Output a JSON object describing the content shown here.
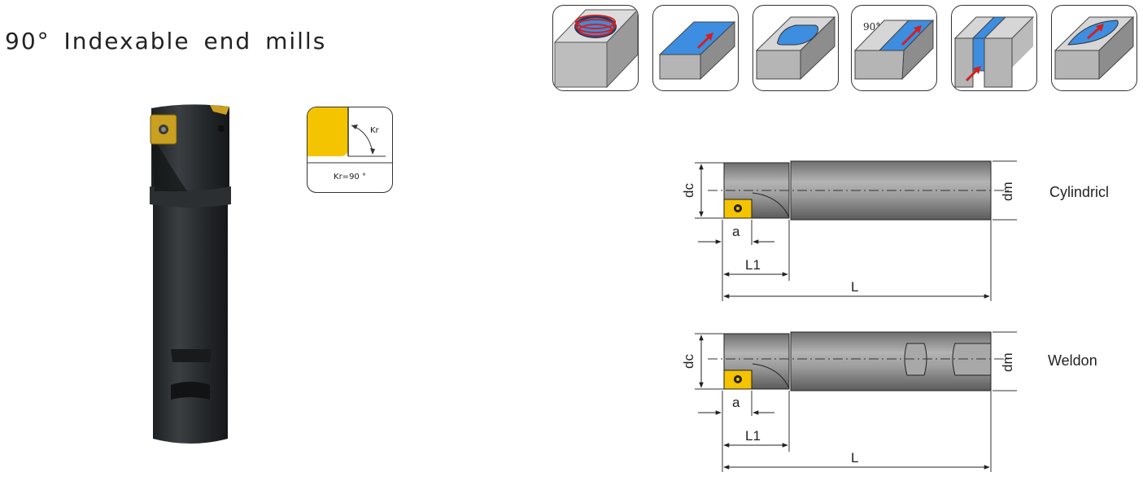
{
  "title": "90° Indexable end mills",
  "operations": [
    "helical-interpolation",
    "face-milling",
    "pocketing",
    "shoulder-milling-90",
    "slotting",
    "profile-milling"
  ],
  "kr": {
    "angle_label": "Kr",
    "value_label": "Kr=90 °"
  },
  "diagram": {
    "dims": {
      "dc": "dc",
      "dm": "dm",
      "a": "a",
      "L1": "L1",
      "L": "L"
    },
    "variants": {
      "cylindrical": "Cylindricl",
      "weldon": "Weldon"
    }
  },
  "colors": {
    "insert": "#f5c400",
    "tool_body": "#3a3d3f",
    "arrow_red": "#d42020",
    "surface_blue": "#2a7fd4"
  }
}
